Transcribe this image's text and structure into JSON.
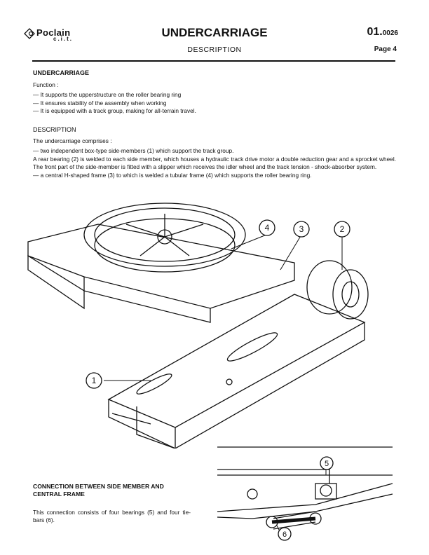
{
  "header": {
    "logo_brand": "Poclain",
    "logo_sub": "c.i.t.",
    "title": "UNDERCARRIAGE",
    "subtitle": "DESCRIPTION",
    "doc_number_main": "01.",
    "doc_number_sub": "0026",
    "page": "Page 4"
  },
  "section1": {
    "heading": "UNDERCARRIAGE",
    "function_label": "Function :",
    "items": [
      "— It supports the upperstructure on the roller bearing ring",
      "— It ensures stability of the assembly when working",
      "— It is equipped with a track group, making for all-terrain travel."
    ]
  },
  "section2": {
    "heading": "DESCRIPTION",
    "intro": "The undercarriage comprises :",
    "para1": "— two independent box-type side-members (1) which support the track group.",
    "para2": "A rear bearing (2) is welded to each side member, which  houses a hydraulic track drive motor a double reduction gear and a sprocket wheel. The front part of the side-member is fitted with a slipper which receives the idler wheel and the track tension - shock-absorber system.",
    "para3": "— a central H-shaped frame (3) to which is welded a tubular frame (4) which supports the roller bearing ring."
  },
  "figure1": {
    "callouts": [
      "1",
      "2",
      "3",
      "4"
    ]
  },
  "section3": {
    "heading": "CONNECTION BETWEEN SIDE MEMBER AND CENTRAL FRAME",
    "text": "This connection consists of four bearings (5) and four tie-bars (6)."
  },
  "figure2": {
    "callouts": [
      "5",
      "6"
    ]
  }
}
